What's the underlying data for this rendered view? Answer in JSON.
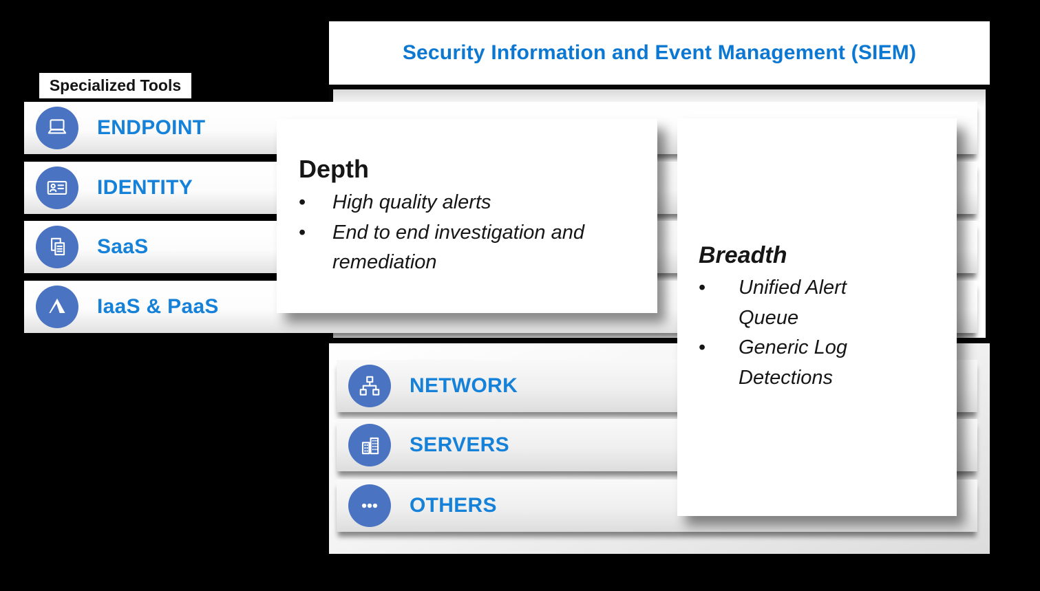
{
  "header": {
    "title": "Security Information and Event Management (SIEM)"
  },
  "specialized_tools": {
    "label": "Specialized Tools",
    "items": [
      {
        "label": "ENDPOINT",
        "icon": "laptop-icon"
      },
      {
        "label": "IDENTITY",
        "icon": "id-card-icon"
      },
      {
        "label": "SaaS",
        "icon": "documents-icon"
      },
      {
        "label": "IaaS & PaaS",
        "icon": "azure-icon"
      }
    ]
  },
  "siem_sources": [
    {
      "label": "NETWORK",
      "icon": "network-icon"
    },
    {
      "label": "SERVERS",
      "icon": "buildings-icon"
    },
    {
      "label": "OTHERS",
      "icon": "ellipsis-icon"
    }
  ],
  "callouts": {
    "depth": {
      "title": "Depth",
      "bullets": [
        "High quality alerts",
        "End to end investigation and remediation"
      ]
    },
    "breadth": {
      "title": "Breadth",
      "bullets": [
        "Unified Alert Queue",
        "Generic Log Detections"
      ]
    }
  },
  "colors": {
    "title_blue": "#0d78d2",
    "label_blue": "#1581d8",
    "icon_circle": "#4a74c2",
    "callout_text": "#161616"
  }
}
